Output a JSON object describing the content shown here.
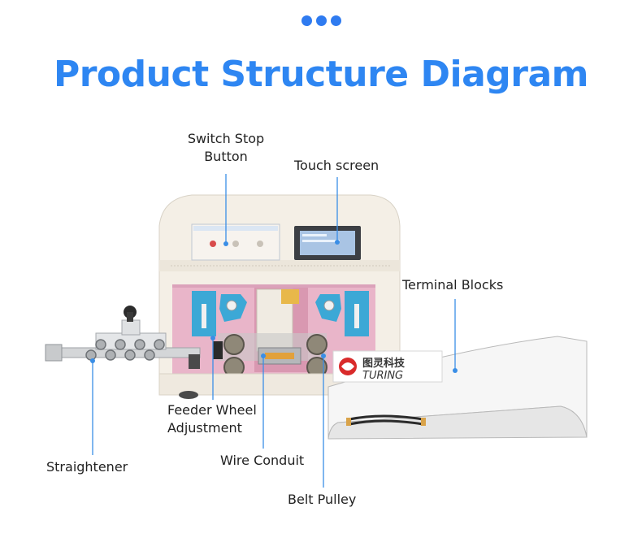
{
  "header": {
    "title": "Product Structure Diagram"
  },
  "callouts": {
    "switch_stop_button": [
      "Switch Stop",
      "Button"
    ],
    "touch_screen": "Touch screen",
    "terminal_blocks": "Terminal Blocks",
    "feeder_wheel_adjustment": [
      "Feeder Wheel",
      "Adjustment"
    ],
    "wire_conduit": "Wire Conduit",
    "straightener": "Straightener",
    "belt_pulley": "Belt Pulley"
  },
  "machine": {
    "brand_chinese": "图灵科技",
    "brand_english": "TURING"
  },
  "colors": {
    "accent": "#2e86f2",
    "leader_line": "#3a8ee6",
    "panel_pink": "#e9b5c9",
    "housing": "#f4efe6"
  }
}
